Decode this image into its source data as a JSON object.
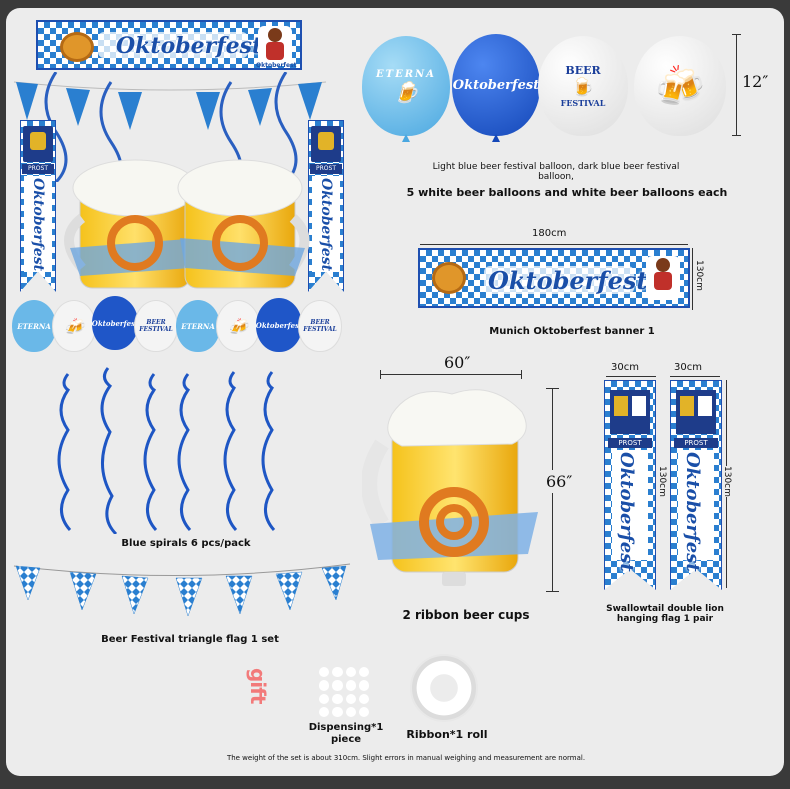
{
  "colors": {
    "accent_blue": "#1e4fb0",
    "light_blue": "#5fb4e6",
    "gift_pink": "#f27a7a"
  },
  "banner_top": {
    "title": "Oktoberfest",
    "badge": "Oktoberfest"
  },
  "flags_left": {
    "prost": "PROST",
    "title": "Oktoberfest"
  },
  "balloons": {
    "eterna": "ETERNA",
    "oktoberfest_script": "Oktoberfest",
    "beer": "BEER",
    "festival": "FESTIVAL"
  },
  "dims": {
    "balloon_size": "12″",
    "banner_width": "180cm",
    "banner_height": "130cm",
    "cup_width": "60″",
    "cup_height": "66″",
    "flag_width_a": "30cm",
    "flag_width_b": "30cm",
    "flag_height_a": "130cm",
    "flag_height_b": "130cm"
  },
  "captions": {
    "balloons_line1": "Light blue beer festival balloon, dark blue beer festival balloon,",
    "balloons_line2": "5 white beer balloons and white beer balloons each",
    "banner": "Munich Oktoberfest banner 1",
    "spirals": "Blue spirals 6 pcs/pack",
    "triangle_flag": "Beer Festival triangle flag 1 set",
    "ribbon_cups": "2 ribbon beer cups",
    "swallowtail_1": "Swallowtail double lion",
    "swallowtail_2": "hanging flag 1 pair",
    "gift": "gift",
    "dispensing_1": "Dispensing*1",
    "dispensing_2": "piece",
    "ribbon_roll": "Ribbon*1 roll",
    "footnote": "The weight of the set is about 310cm. Slight errors in manual weighing and measurement are normal."
  }
}
